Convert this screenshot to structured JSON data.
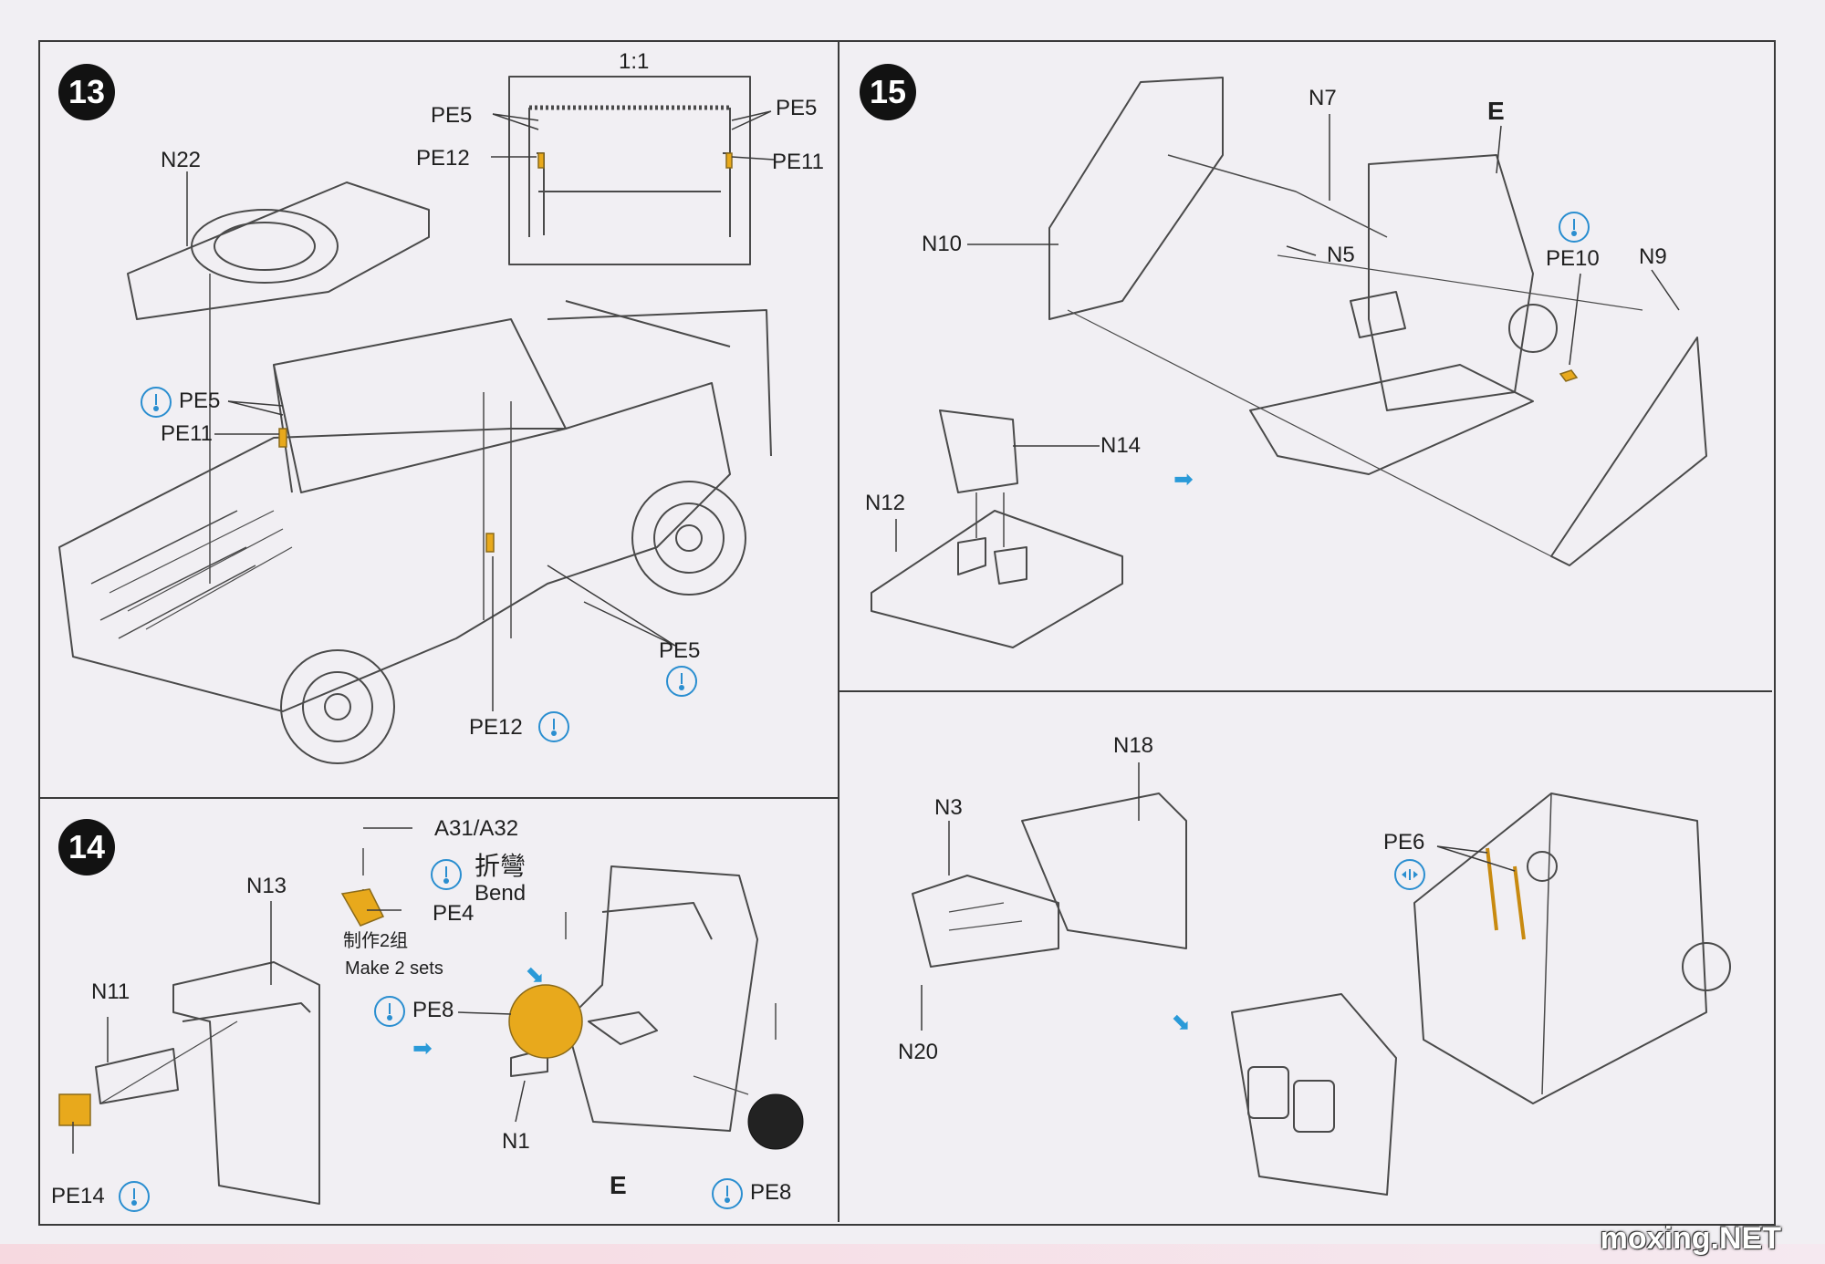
{
  "steps": [
    {
      "number": "13"
    },
    {
      "number": "14"
    },
    {
      "number": "15"
    }
  ],
  "scale_label": "1:1",
  "step13": {
    "labels": {
      "n22": "N22",
      "pe5_inset_left": "PE5",
      "pe5_inset_right": "PE5",
      "pe12_inset": "PE12",
      "pe11_inset": "PE11",
      "pe5_main": "PE5",
      "pe11_main": "PE11",
      "pe5_lower": "PE5",
      "pe12_lower": "PE12"
    }
  },
  "step14": {
    "labels": {
      "a31_a32": "A31/A32",
      "bend_cn": "折彎",
      "bend_en": "Bend",
      "pe4": "PE4",
      "make_sets_cn": "制作2组",
      "make_sets_en": "Make 2 sets",
      "n13": "N13",
      "n11": "N11",
      "pe14": "PE14",
      "pe8_top": "PE8",
      "n1": "N1",
      "e": "E",
      "pe8_bottom": "PE8"
    }
  },
  "step15": {
    "labels": {
      "n7": "N7",
      "e": "E",
      "n10": "N10",
      "n5": "N5",
      "pe10": "PE10",
      "n9": "N9",
      "n14": "N14",
      "n12": "N12",
      "n18": "N18",
      "n3": "N3",
      "pe6": "PE6",
      "n20": "N20"
    }
  },
  "icons": {
    "bend_icon": "bend-icon",
    "both_sides_icon": "fold-both-icon"
  },
  "colors": {
    "accent_blue": "#2a9ad8",
    "photo_etch": "#e8a91c",
    "line": "#3a3a3a"
  },
  "watermark": "moxing.NET"
}
